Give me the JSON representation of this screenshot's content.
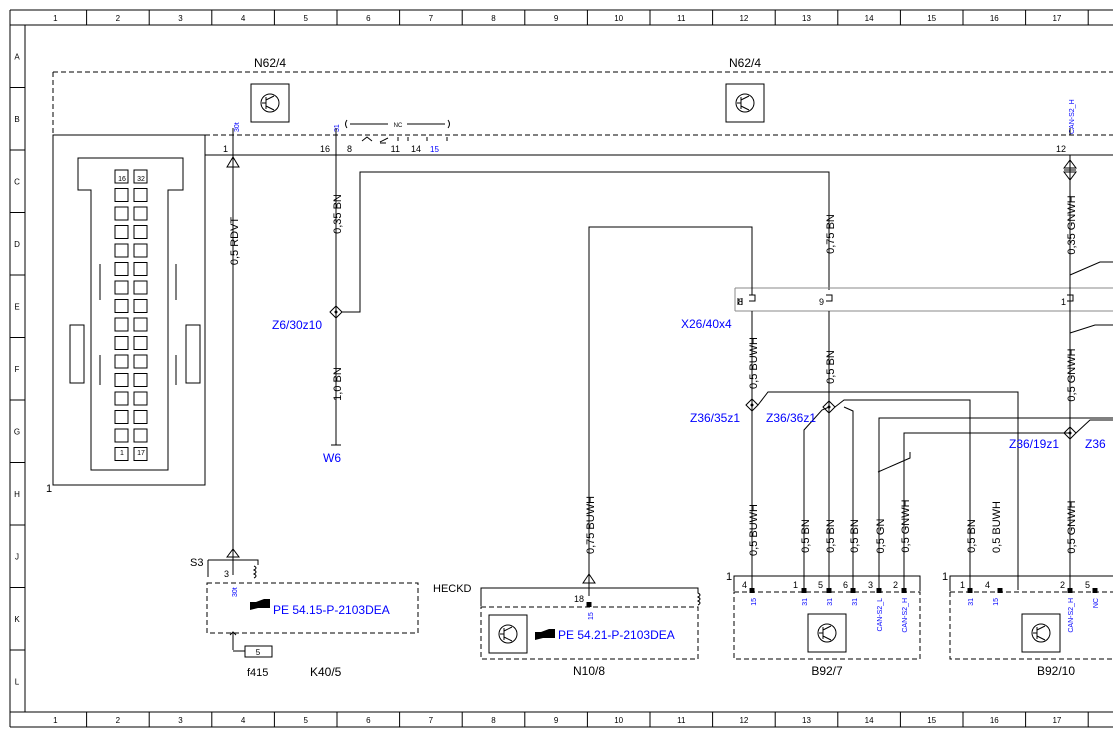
{
  "grid": {
    "columns": [
      "1",
      "2",
      "3",
      "4",
      "5",
      "6",
      "7",
      "8",
      "9",
      "10",
      "11",
      "12",
      "13",
      "14",
      "15",
      "16",
      "17"
    ],
    "rows": [
      "A",
      "B",
      "C",
      "D",
      "E",
      "F",
      "G",
      "H",
      "J",
      "K",
      "L"
    ]
  },
  "components": {
    "n62_4_left": "N62/4",
    "n62_4_right": "N62/4",
    "x26": "X26/40x4",
    "z6": "Z6/30z10",
    "w6": "W6",
    "z36_35": "Z36/35z1",
    "z36_36": "Z36/36z1",
    "z36_19": "Z36/19z1",
    "z36_cut": "Z36",
    "s3": "S3",
    "f415": "f415",
    "k40": "K40/5",
    "heckd": "HECKD",
    "n10": "N10/8",
    "b92_7": "B92/7",
    "b92_10": "B92/10",
    "pe1": "PE 54.15-P-2103DEA",
    "pe2": "PE 54.21-P-2103DEA",
    "corner1": "1",
    "corner2": "1",
    "corner3": "1",
    "nc_label": "NC",
    "nc_cut": "NC"
  },
  "wires": {
    "rdvt": "0,5 RDVT",
    "bn035": "0,35 BN",
    "bn10": "1,0 BN",
    "buwh075": "0,75 BUWH",
    "bn075": "0,75 BN",
    "gnwh035": "0,35 GNWH",
    "buwh05a": "0,5 BUWH",
    "bn05a": "0,5 BN",
    "gnwh05a": "0,5 GNWH",
    "buwh05b": "0,5 BUWH",
    "bn05b": "0,5 BN",
    "bn05c": "0,5 BN",
    "bn05d": "0,5 BN",
    "gn05": "0,5 GN",
    "gnwh05b": "0,5 GNWH",
    "bn05e": "0,5 BN",
    "buwh05c": "0,5 BUWH",
    "gnwh05c": "0,5 GNWH"
  },
  "pins": {
    "n62_1": "1",
    "n62_16": "16",
    "n62_8": "8",
    "n62_11": "11",
    "n62_14": "14",
    "n62_15": "15",
    "n62_12": "12",
    "n62_30t": "30t",
    "n62_31": "31",
    "n62_can": "CAN-S2_H",
    "x26_8": "8",
    "x26_9": "9",
    "x26_1": "1",
    "s3_3": "3",
    "s3_30t": "30t",
    "f415_5": "5",
    "n10_18": "18",
    "n10_15": "15",
    "b927_4": "4",
    "b927_1": "1",
    "b927_5": "5",
    "b927_6": "6",
    "b927_3": "3",
    "b927_2": "2",
    "b927_15": "15",
    "b927_31a": "31",
    "b927_31b": "31",
    "b927_31c": "31",
    "b927_canl": "CAN-S2_L",
    "b927_canh": "CAN-S2_H",
    "b9210_1": "1",
    "b9210_4": "4",
    "b9210_2": "2",
    "b9210_5": "5",
    "b9210_31": "31",
    "b9210_15": "15",
    "b9210_can": "CAN-S2_H",
    "conn_16": "16",
    "conn_32": "32",
    "conn_1": "1",
    "conn_17": "17"
  },
  "colors": {
    "line": "#000000",
    "label_blue": "#0000ff",
    "ground": "#8a8a8a"
  },
  "icons": [
    "transistor-icon",
    "pointing-hand-icon",
    "ground-icon",
    "coil-icon",
    "splice-icon"
  ]
}
